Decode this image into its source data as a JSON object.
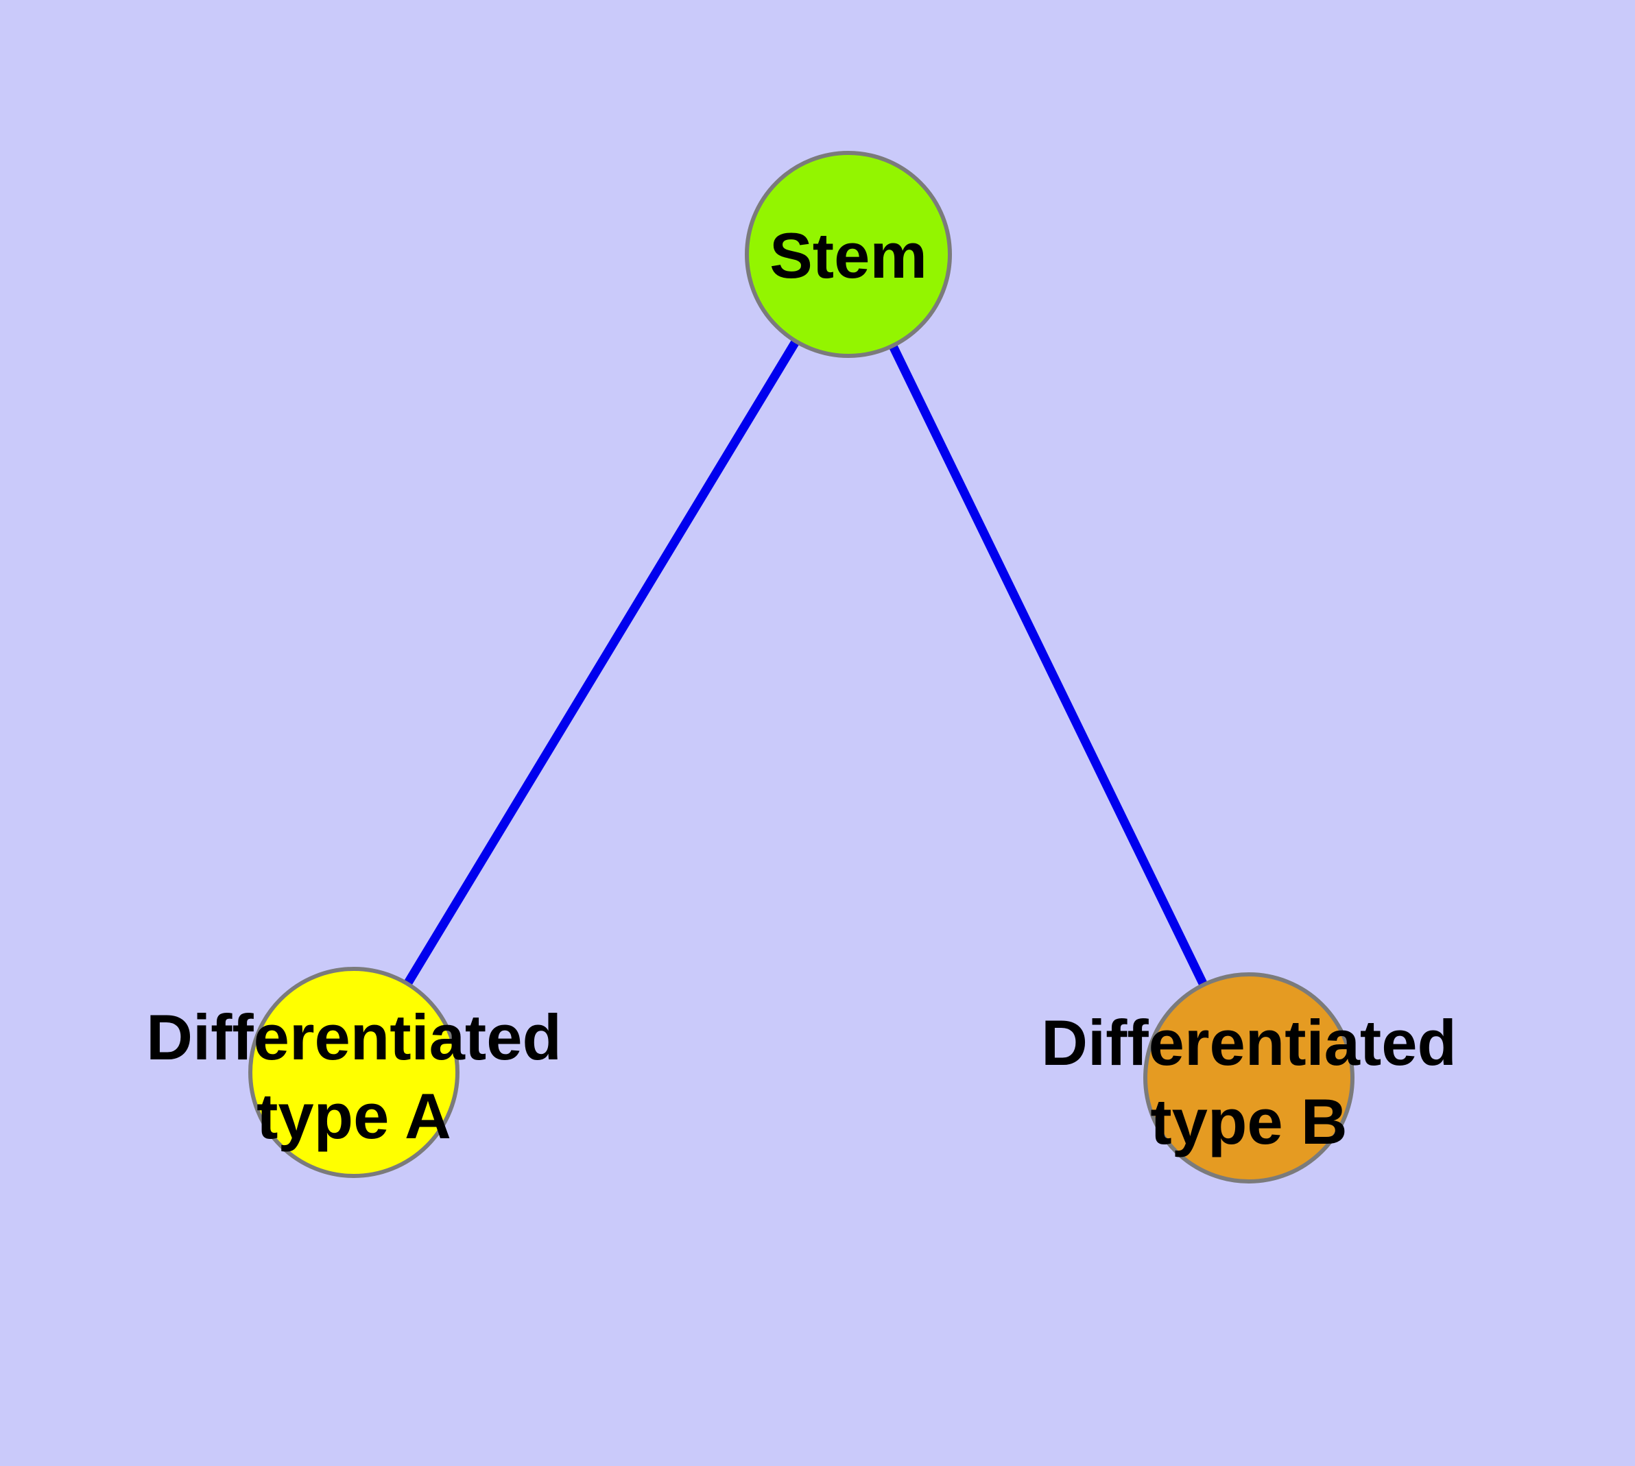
{
  "diagram": {
    "type": "node-link-tree",
    "background_color": "#CACAFA",
    "edge_color": "#0000EE",
    "node_border_color": "#7B7B7B",
    "label_color": "#000000",
    "nodes": [
      {
        "id": "stem",
        "label": "Stem",
        "lines": [
          "Stem"
        ],
        "fill": "#93F500"
      },
      {
        "id": "differentiated-type-a",
        "label": "Differentiated type A",
        "lines": [
          "Differentiated",
          "type A"
        ],
        "fill": "#FFFF00"
      },
      {
        "id": "differentiated-type-b",
        "label": "Differentiated type B",
        "lines": [
          "Differentiated",
          "type B"
        ],
        "fill": "#E59B22"
      }
    ],
    "edges": [
      {
        "from": "Stem",
        "to": "Differentiated type A"
      },
      {
        "from": "Stem",
        "to": "Differentiated type B"
      }
    ]
  }
}
